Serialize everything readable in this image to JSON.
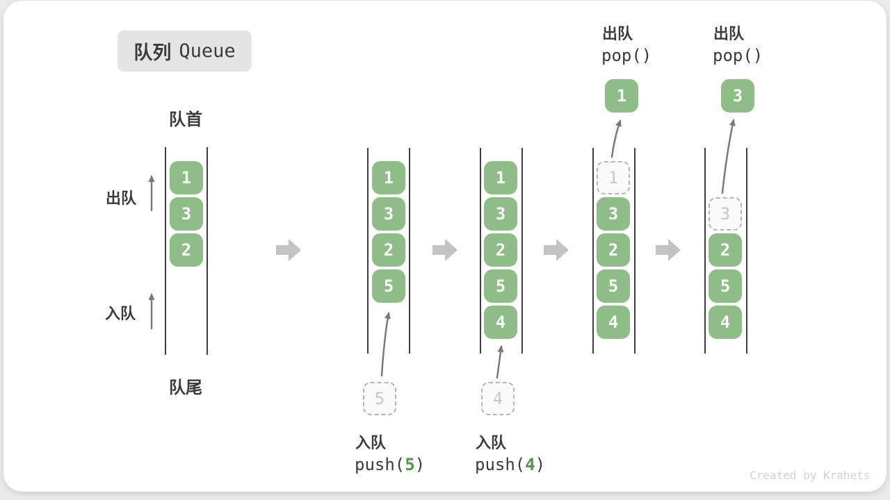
{
  "title": {
    "zh": "队列",
    "en": "Queue"
  },
  "side_labels": {
    "front": "队首",
    "rear": "队尾",
    "dequeue": "出队",
    "enqueue": "入队"
  },
  "q1": {
    "items": [
      "1",
      "3",
      "2"
    ]
  },
  "q2": {
    "items": [
      "1",
      "3",
      "2",
      "5"
    ],
    "pending": "5",
    "op_label": "入队",
    "op_fn": "push(",
    "op_arg": "5",
    "op_close": ")"
  },
  "q3": {
    "items": [
      "1",
      "3",
      "2",
      "5",
      "4"
    ],
    "pending": "4",
    "op_label": "入队",
    "op_fn": "push(",
    "op_arg": "4",
    "op_close": ")"
  },
  "q4": {
    "ghost": "1",
    "items": [
      "3",
      "2",
      "5",
      "4"
    ],
    "popped": "1",
    "op_label": "出队",
    "op_fn": "pop()"
  },
  "q5": {
    "ghost": "3",
    "items": [
      "2",
      "5",
      "4"
    ],
    "popped": "3",
    "op_label": "出队",
    "op_fn": "pop()"
  },
  "watermark": "Created by Krahets",
  "colors": {
    "item_green": "#8ebd87",
    "code_green": "#4e9849",
    "step_arrow_gray": "#c3c3c3",
    "thin_arrow_gray": "#7a7a7a",
    "ink": "#3b3b3b"
  }
}
